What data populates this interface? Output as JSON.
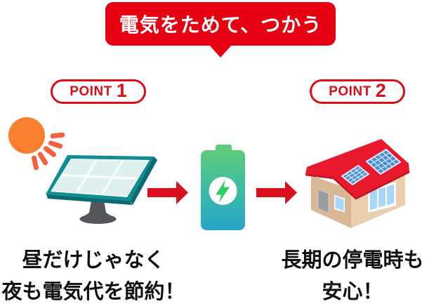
{
  "bubble": {
    "text": "電気をためて、つかう",
    "bg": "#e60012",
    "text_color": "#ffffff"
  },
  "points": [
    {
      "label": "POINT",
      "number": "1"
    },
    {
      "label": "POINT",
      "number": "2"
    }
  ],
  "captions": {
    "left": {
      "lines": [
        "昼だけじゃなく",
        "夜も電気代を節約！"
      ]
    },
    "right": {
      "lines": [
        "長期の停電時も",
        "安心！"
      ]
    }
  },
  "icons": {
    "sun": "sun-icon",
    "solar_panel": "solar-panel-icon",
    "battery": "battery-icon",
    "lightning": "lightning-bolt-icon",
    "house": "house-icon",
    "arrows": "arrow-right-icon"
  },
  "palette": {
    "red": "#e60012",
    "point_red": "#dc0d15",
    "arrow_red": "#da1021",
    "roof_red": "#e8192c",
    "roof_edge_red": "#c31322",
    "teal_frame": "#0e8d93",
    "teal_dark": "#0a6b72",
    "cell_mint": "#dff1ef",
    "sun_orange": "#f8802e",
    "ray_orange": "#f3623c",
    "battery_green": "#5ecb7b",
    "battery_blue": "#28a5c9",
    "bolt_green": "#2fce62",
    "wall_left_tan": "#d9b795",
    "wall_front_tan": "#eacfae",
    "door_gray": "#9b9ba0",
    "window_blue": "#a9d5f6",
    "panel_blue": "#4a8fd4",
    "stand_gray": "#54565c",
    "text_black": "#111111"
  }
}
